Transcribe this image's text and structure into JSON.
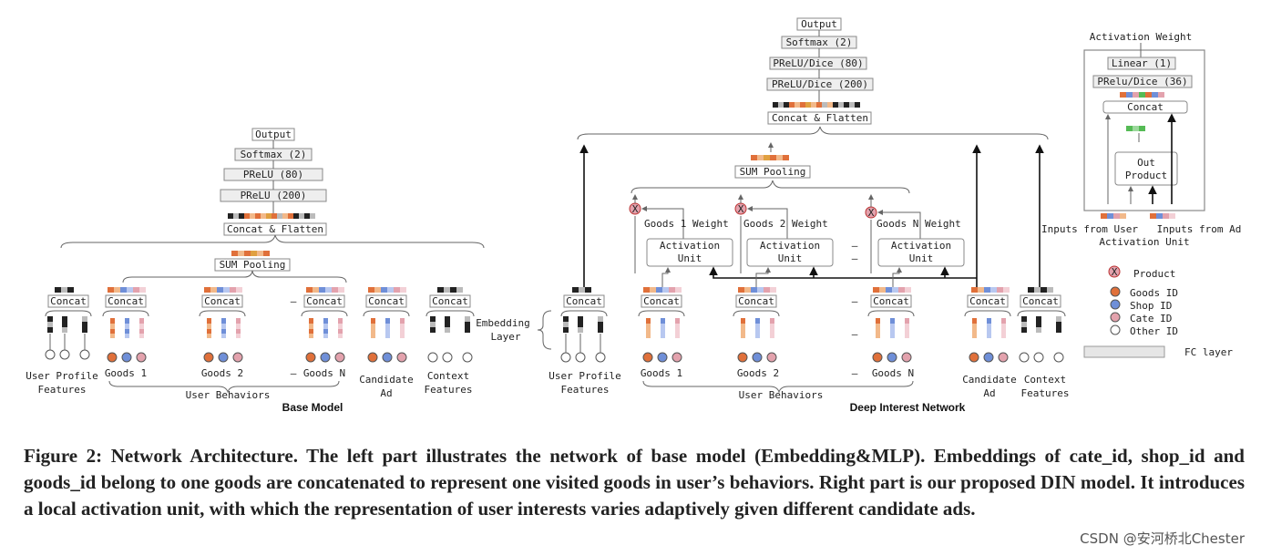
{
  "colors": {
    "orange": "#e0703a",
    "blue": "#6f8fd8",
    "pink": "#e3a2ad",
    "black": "#222222",
    "green": "#55bb55",
    "fc": "#e6e6e6"
  },
  "base": {
    "output": "Output",
    "softmax": "Softmax (2)",
    "prelu80": "PReLU (80)",
    "prelu200": "PReLU (200)",
    "concat_flatten": "Concat & Flatten",
    "sum_pooling": "SUM Pooling",
    "concat": "Concat",
    "user_profile": [
      "User Profile",
      "Features"
    ],
    "goods1": "Goods 1",
    "goods2": "Goods 2",
    "goodsN": "Goods N",
    "user_behaviors": "User Behaviors",
    "candidate": [
      "Candidate",
      "Ad"
    ],
    "context": [
      "Context",
      "Features"
    ],
    "title": "Base Model"
  },
  "din": {
    "output": "Output",
    "softmax": "Softmax (2)",
    "prelu_dice80": "PReLU/Dice (80)",
    "prelu_dice200": "PReLU/Dice (200)",
    "concat_flatten": "Concat & Flatten",
    "sum_pooling": "SUM Pooling",
    "concat": "Concat",
    "embedding_layer": [
      "Embedding",
      "Layer"
    ],
    "weights": [
      "Goods 1 Weight",
      "Goods 2 Weight",
      "Goods N Weight"
    ],
    "activation_unit": [
      "Activation",
      "Unit"
    ],
    "user_profile": [
      "User Profile",
      "Features"
    ],
    "goods1": "Goods 1",
    "goods2": "Goods 2",
    "goodsN": "Goods N",
    "user_behaviors": "User Behaviors",
    "candidate": [
      "Candidate",
      "Ad"
    ],
    "context": [
      "Context",
      "Features"
    ],
    "title": "Deep Interest Network"
  },
  "au": {
    "activation_weight": "Activation Weight",
    "linear": "Linear (1)",
    "prelu_dice36": "PRelu/Dice (36)",
    "concat": "Concat",
    "out_product": [
      "Out",
      "Product"
    ],
    "inputs_user": "Inputs from User",
    "inputs_ad": "Inputs from Ad",
    "title": "Activation Unit"
  },
  "legend": {
    "product": "Product",
    "goods_id": "Goods ID",
    "shop_id": "Shop ID",
    "cate_id": "Cate ID",
    "other_id": "Other ID",
    "fc_layer": "FC layer",
    "x": "X"
  },
  "caption": "Figure 2: Network Architecture. The left part illustrates the network of base model (Embedding&MLP). Embeddings of cate_id, shop_id and goods_id belong to one goods are concatenated to represent one visited goods in user’s behaviors. Right part is our proposed DIN model. It introduces a local activation unit, with which the representation of user interests varies adaptively given different candidate ads.",
  "watermark": "CSDN @安河桥北Chester",
  "dash": "–"
}
